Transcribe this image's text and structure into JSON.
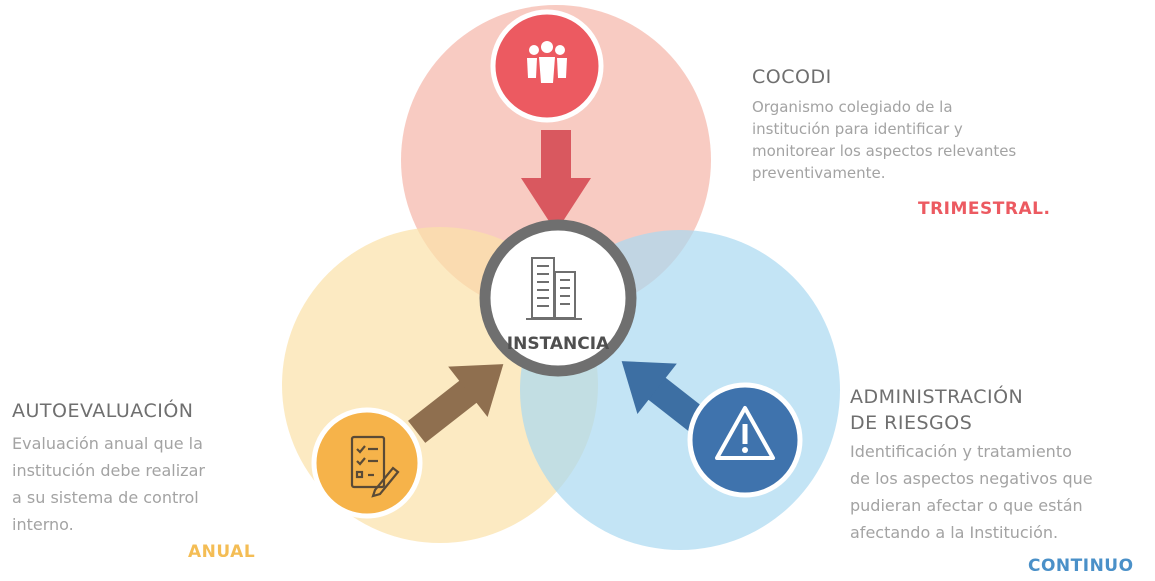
{
  "center": {
    "label": "INSTANCIA"
  },
  "sections": {
    "cocodi": {
      "title": "COCODI",
      "description": [
        "Organismo colegiado de la",
        "institución para identificar y",
        "monitorear los aspectos relevantes",
        "preventivamente."
      ],
      "frequency": "TRIMESTRAL."
    },
    "autoevaluacion": {
      "title": "AUTOEVALUACIÓN",
      "description": [
        "Evaluación anual que la",
        "institución debe realizar",
        "a su sistema de control",
        "interno."
      ],
      "frequency": "ANUAL"
    },
    "riesgos": {
      "title_lines": [
        "ADMINISTRACIÓN",
        "DE RIESGOS"
      ],
      "description": [
        "Identificación y tratamiento",
        "de los aspectos negativos que",
        "pudieran afectar o que están",
        "afectando a la Institución."
      ],
      "frequency": "CONTINUO"
    }
  },
  "colors": {
    "red_circle": "#f5b9ae",
    "red_icon": "#ec5a61",
    "red_text": "#ec5a61",
    "yellow_circle": "#fbe1a8",
    "yellow_icon": "#f6b34a",
    "yellow_text": "#f4bd55",
    "blue_circle": "#a9d8f1",
    "blue_icon": "#3f73ad",
    "blue_text": "#4a90c8",
    "center_ring": "#6f6f6f",
    "arrow_brown": "#8f6f4f",
    "arrow_red": "#d9585f",
    "arrow_blue": "#3d6fa3"
  },
  "icons": {
    "cocodi": "people-group-icon",
    "center": "buildings-icon",
    "autoevaluacion": "checklist-icon",
    "riesgos": "warning-icon"
  }
}
